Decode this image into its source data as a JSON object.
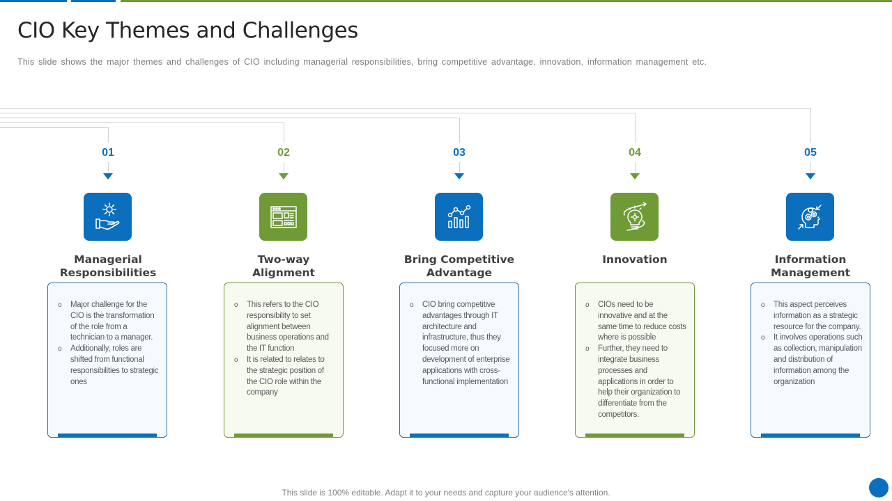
{
  "colors": {
    "blue": "#0b6fbd",
    "green": "#6f9a36",
    "line": "#d0d0d0"
  },
  "header": {
    "title": "CIO Key Themes and Challenges",
    "subtitle": "This slide shows the major themes and challenges of CIO including managerial responsibilities, bring competitive advantage, innovation, information management etc."
  },
  "themes": [
    {
      "number": "01",
      "color": "blue",
      "icon": "hand-gear-icon",
      "heading_line1": "Managerial",
      "heading_line2": "Responsibilities",
      "bullets": [
        "Major challenge for the CIO is the transformation of the role from a technician to a manager.",
        "Additionally, roles are shifted from functional responsibilities to strategic ones"
      ]
    },
    {
      "number": "02",
      "color": "green",
      "icon": "dashboard-layout-icon",
      "heading_line1": "Two-way",
      "heading_line2": "Alignment",
      "bullets": [
        "This refers to the CIO responsibility to set alignment between business operations and the IT function",
        "It is related to relates to the strategic position of the CIO role within the company"
      ]
    },
    {
      "number": "03",
      "color": "blue",
      "icon": "growth-chart-icon",
      "heading_line1": "Bring Competitive",
      "heading_line2": "Advantage",
      "bullets": [
        "CIO bring competitive advantages through IT architecture and infrastructure, thus they focused more on development of enterprise applications with cross-functional implementation"
      ]
    },
    {
      "number": "04",
      "color": "green",
      "icon": "lightbulb-gear-icon",
      "heading_line1": "Innovation",
      "heading_line2": "",
      "bullets": [
        "CIOs need to be innovative and at the same time to reduce costs where is possible",
        "Further, they need to integrate business processes and applications in order to help their organization to differentiate from the competitors."
      ]
    },
    {
      "number": "05",
      "color": "blue",
      "icon": "head-gears-icon",
      "heading_line1": "Information",
      "heading_line2": "Management",
      "bullets": [
        "This aspect perceives information as a strategic resource for the company.",
        "It involves operations such as collection, manipulation and distribution of information among the organization"
      ]
    }
  ],
  "bullet_glyph": "o",
  "footer": {
    "text": "This slide is 100% editable. Adapt it to your needs and capture your audience's attention."
  }
}
